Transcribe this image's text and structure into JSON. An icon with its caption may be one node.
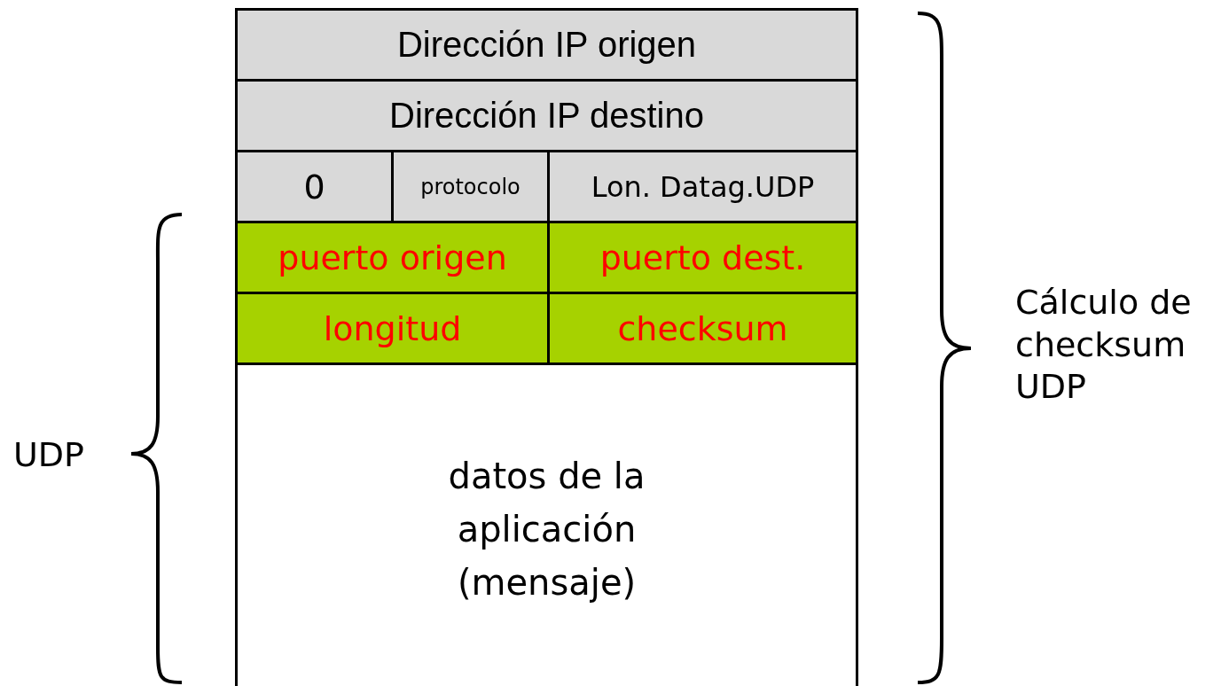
{
  "diagram": {
    "nodes": [
      {
        "text": [
          "Dirección IP origen"
        ]
      },
      {
        "text": [
          "Dirección IP destino"
        ]
      },
      {
        "text": [
          "0"
        ]
      },
      {
        "text": [
          "protocolo"
        ]
      },
      {
        "text": [
          "Lon. Datag.UDP"
        ]
      },
      {
        "text": [
          "puerto origen"
        ]
      },
      {
        "text": [
          "puerto dest."
        ]
      },
      {
        "text": [
          "longitud"
        ]
      },
      {
        "text": [
          "checksum"
        ]
      },
      {
        "text": [
          "datos de la aplicación (mensaje)"
        ]
      }
    ],
    "labels": [
      "UDP",
      "Cálculo de checksum UDP"
    ]
  }
}
